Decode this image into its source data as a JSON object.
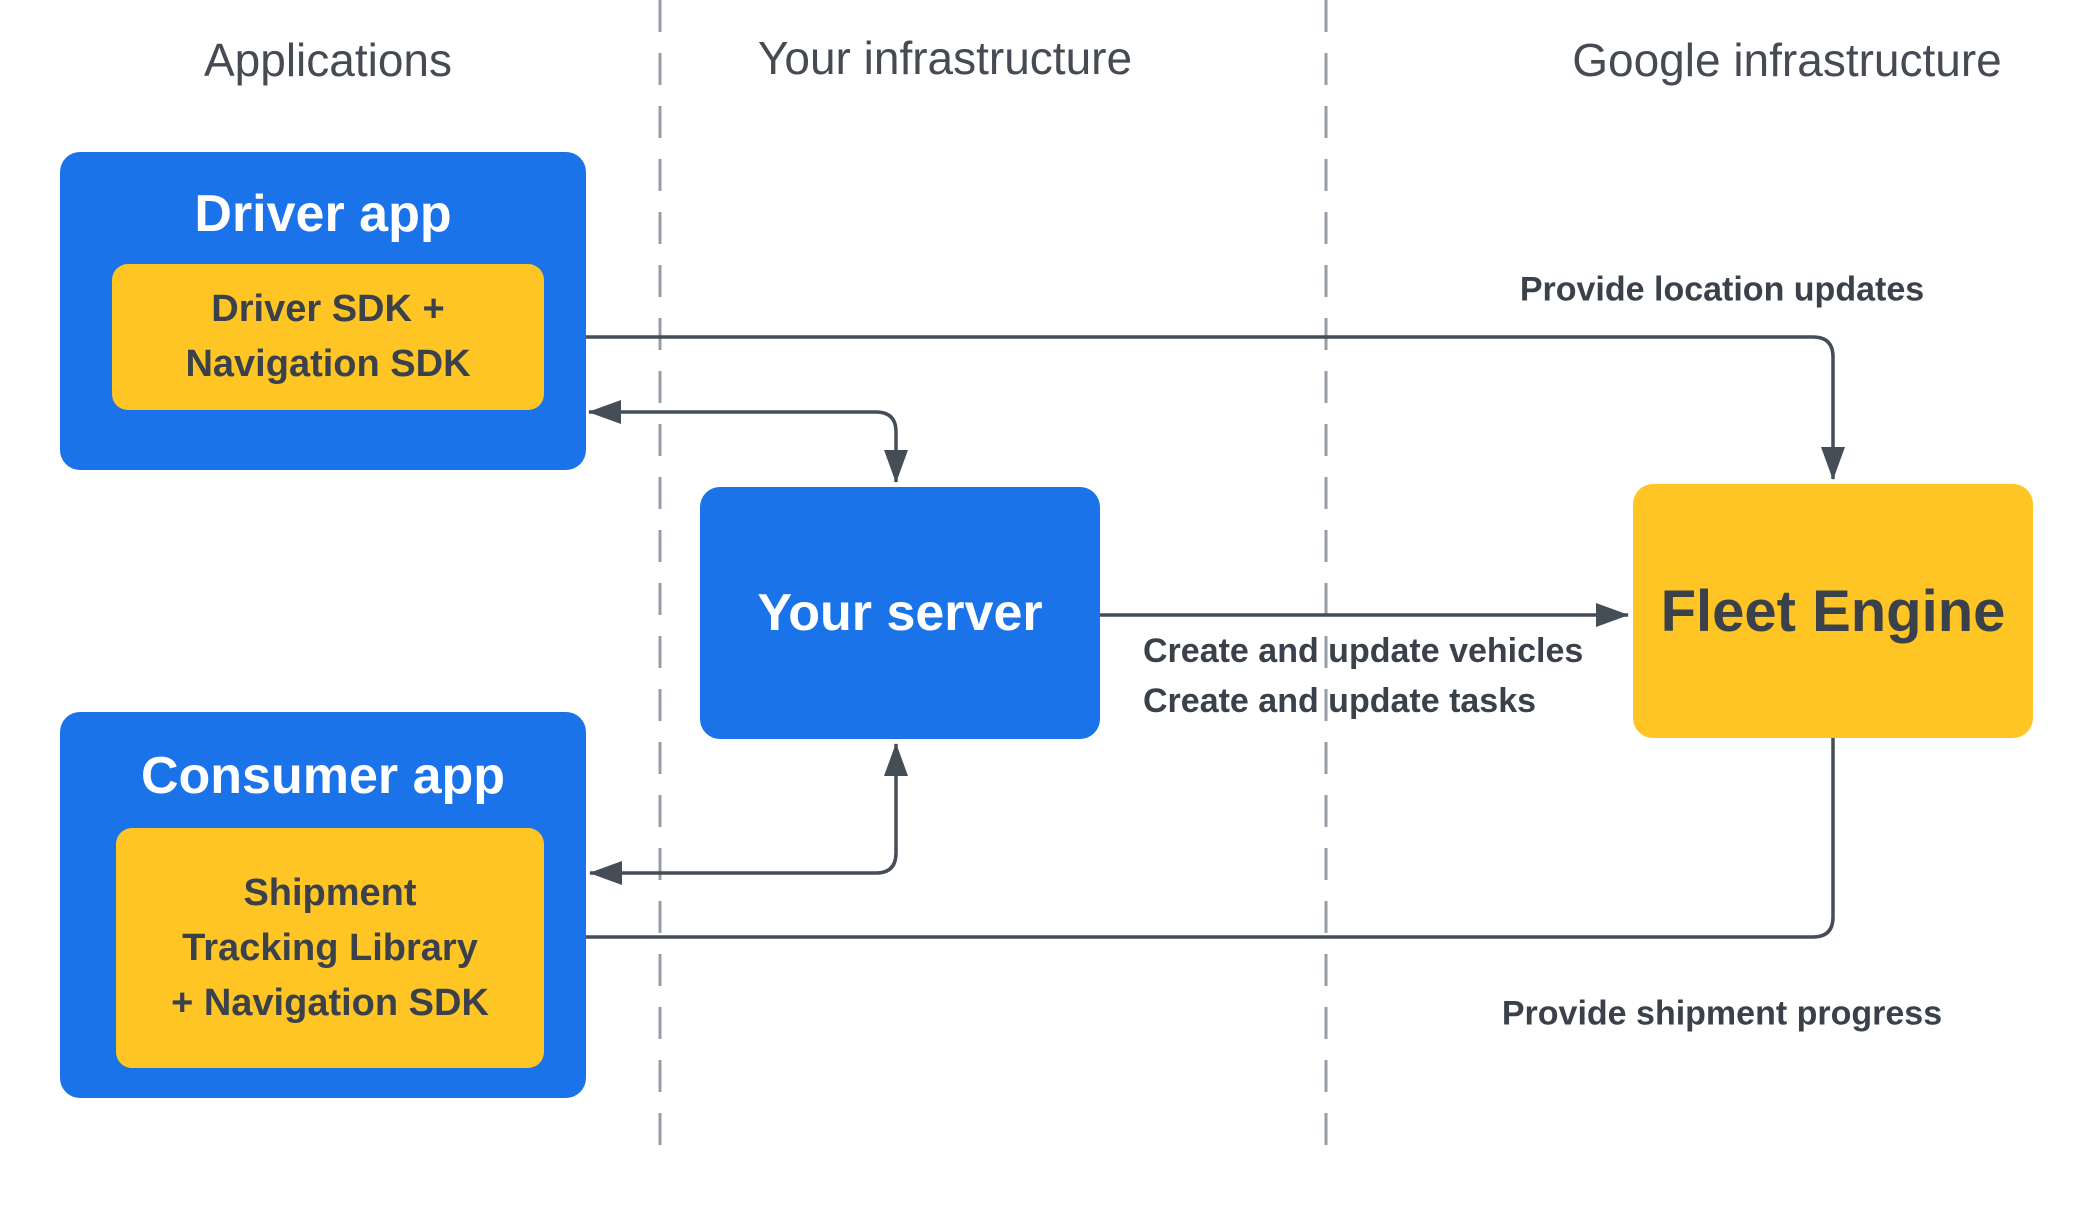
{
  "columns": [
    {
      "id": "applications",
      "label": "Applications"
    },
    {
      "id": "your-infrastructure",
      "label": "Your infrastructure"
    },
    {
      "id": "google-infrastructure",
      "label": "Google infrastructure"
    }
  ],
  "nodes": {
    "driver_app": {
      "title": "Driver app",
      "sdk_lines": [
        "Driver SDK +",
        "Navigation SDK"
      ]
    },
    "consumer_app": {
      "title": "Consumer app",
      "sdk_lines": [
        "Shipment",
        "Tracking Library",
        "+ Navigation SDK"
      ]
    },
    "your_server": {
      "title": "Your server"
    },
    "fleet_engine": {
      "title": "Fleet Engine"
    }
  },
  "edge_labels": {
    "location_updates": "Provide location updates",
    "create_vehicles": "Create and update vehicles",
    "create_tasks": "Create and update tasks",
    "shipment_progress": "Provide shipment progress"
  },
  "theme": {
    "blue": "#1a73e8",
    "yellow": "#ffc524",
    "arrow": "#454d57",
    "text_dark": "#3a414b",
    "header_text": "#454a53",
    "dash": "#979da4",
    "box_title_text": "#ffffff",
    "background": "#ffffff"
  }
}
